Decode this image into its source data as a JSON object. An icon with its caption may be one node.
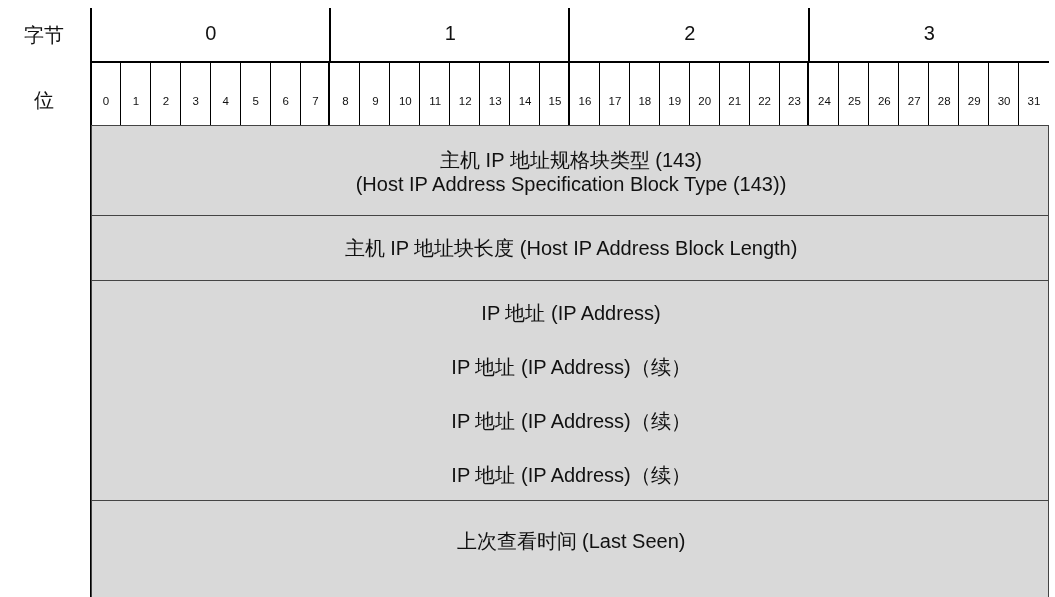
{
  "diagram": {
    "labels": [
      "字节",
      "0",
      "1",
      "2",
      "3",
      "位",
      "0",
      "1",
      "2",
      "3",
      "4",
      "5",
      "6",
      "7",
      "8",
      "9",
      "10",
      "11",
      "12",
      "13",
      "14",
      "15",
      "16",
      "17",
      "18",
      "19",
      "20",
      "21",
      "22",
      "23",
      "24",
      "25",
      "26",
      "27",
      "28",
      "29",
      "30",
      "31",
      "主机 IP 地址规格块类型 (143)",
      "(Host IP Address Specification Block Type (143))",
      "主机 IP 地址块长度 (Host IP Address Block Length)",
      "IP 地址 (IP Address)",
      "IP 地址 (IP Address)（续）",
      "IP 地址 (IP Address)（续）",
      "IP 地址 (IP Address)（续）",
      "上次查看时间 (Last Seen)"
    ]
  }
}
